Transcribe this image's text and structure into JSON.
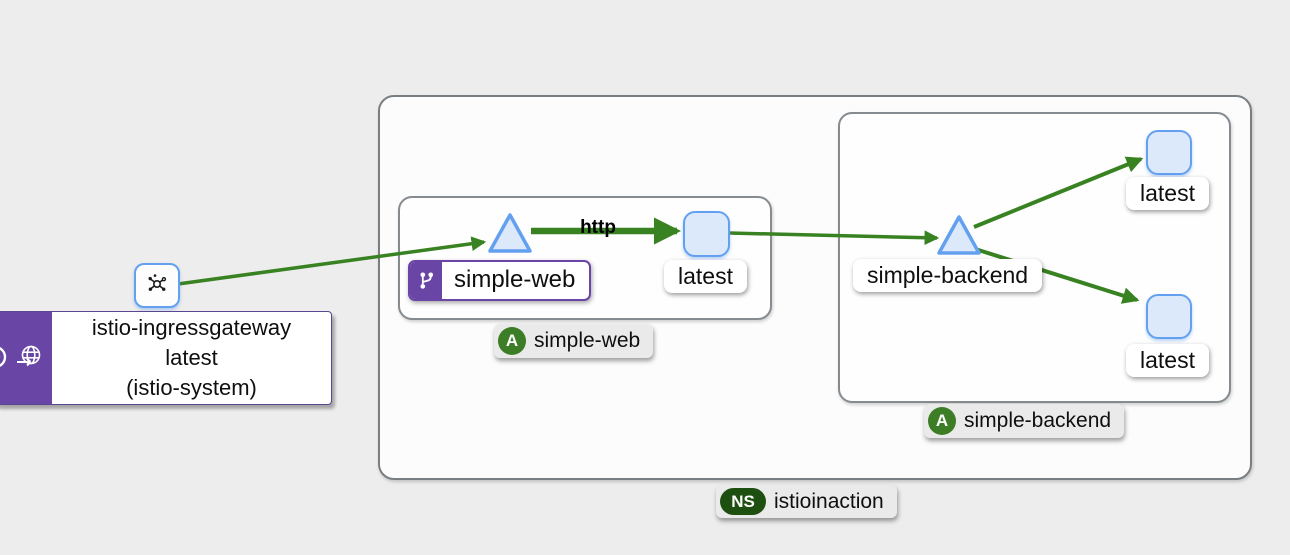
{
  "graph": {
    "edge_label_http": "http",
    "ingress": {
      "line1": "istio-ingressgateway",
      "line2": "latest",
      "line3": "(istio-system)"
    },
    "services": {
      "web": "simple-web",
      "backend": "simple-backend"
    },
    "workloads": {
      "web_latest": "latest",
      "backend_latest_1": "latest",
      "backend_latest_2": "latest"
    },
    "badges": {
      "app_web": {
        "abbr": "A",
        "label": "simple-web"
      },
      "app_backend": {
        "abbr": "A",
        "label": "simple-backend"
      },
      "namespace": {
        "abbr": "NS",
        "label": "istioinaction"
      }
    },
    "icons": {
      "ingress_node": "mesh-icon",
      "ingress_badge_left": "circle-arrow-icon",
      "ingress_badge_right": "globe-arrow-icon",
      "web_label_badge": "code-branch-icon"
    },
    "colors": {
      "background": "#ededed",
      "edge_green": "#388222",
      "node_fill": "#dce9fa",
      "node_border": "#64a0f0",
      "purple": "#6946a5",
      "app_badge_green": "#3c7d25",
      "ns_badge_green": "#1d4f10"
    }
  }
}
